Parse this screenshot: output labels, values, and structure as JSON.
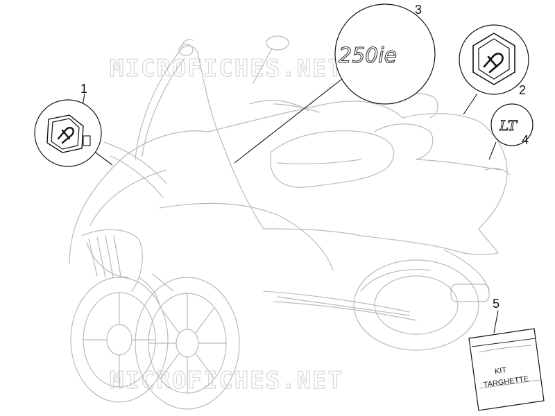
{
  "watermark": "MICROFICHES.NET",
  "callouts": [
    {
      "number": "1"
    },
    {
      "number": "2"
    },
    {
      "number": "3"
    },
    {
      "number": "4"
    },
    {
      "number": "5"
    }
  ],
  "decals": {
    "model": "250ie",
    "lt": "LT"
  },
  "kit": {
    "line1": "KIT",
    "line2": "TARGHETTE"
  }
}
